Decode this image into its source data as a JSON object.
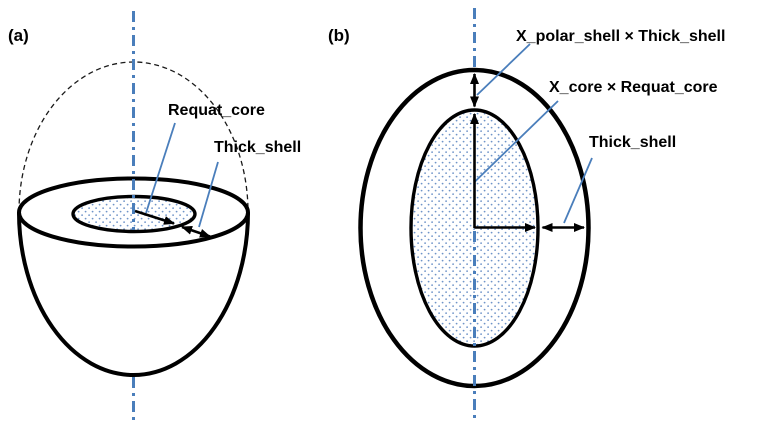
{
  "figure": {
    "panel_a": {
      "tag": "(a)",
      "labels": {
        "requat_core": "Requat_core",
        "thick_shell": "Thick_shell"
      }
    },
    "panel_b": {
      "tag": "(b)",
      "labels": {
        "polar_shell_thickness": "X_polar_shell × Thick_shell",
        "core_polar_radius": "X_core × Requat_core",
        "thick_shell": "Thick_shell"
      }
    },
    "colors": {
      "axis_blue": "#4a7ebb",
      "leader_blue": "#4a7ebb",
      "core_dot_blue": "#6f94c8",
      "outline_black": "#000000",
      "background": "#ffffff"
    }
  }
}
